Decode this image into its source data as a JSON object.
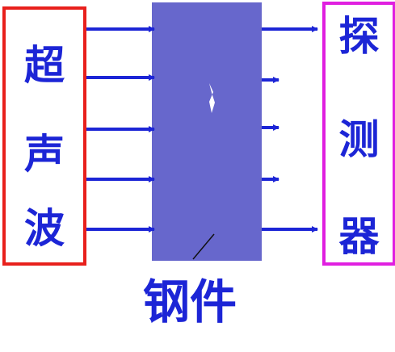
{
  "source_label": [
    "超",
    "声",
    "波"
  ],
  "detector_label": [
    "探",
    "测",
    "器"
  ],
  "caption": "钢件",
  "colors": {
    "source_border": "#e8201c",
    "detector_border": "#e01fe0",
    "steel": "#6767cc",
    "arrow": "#1c25d6",
    "text": "#1c25d6"
  }
}
